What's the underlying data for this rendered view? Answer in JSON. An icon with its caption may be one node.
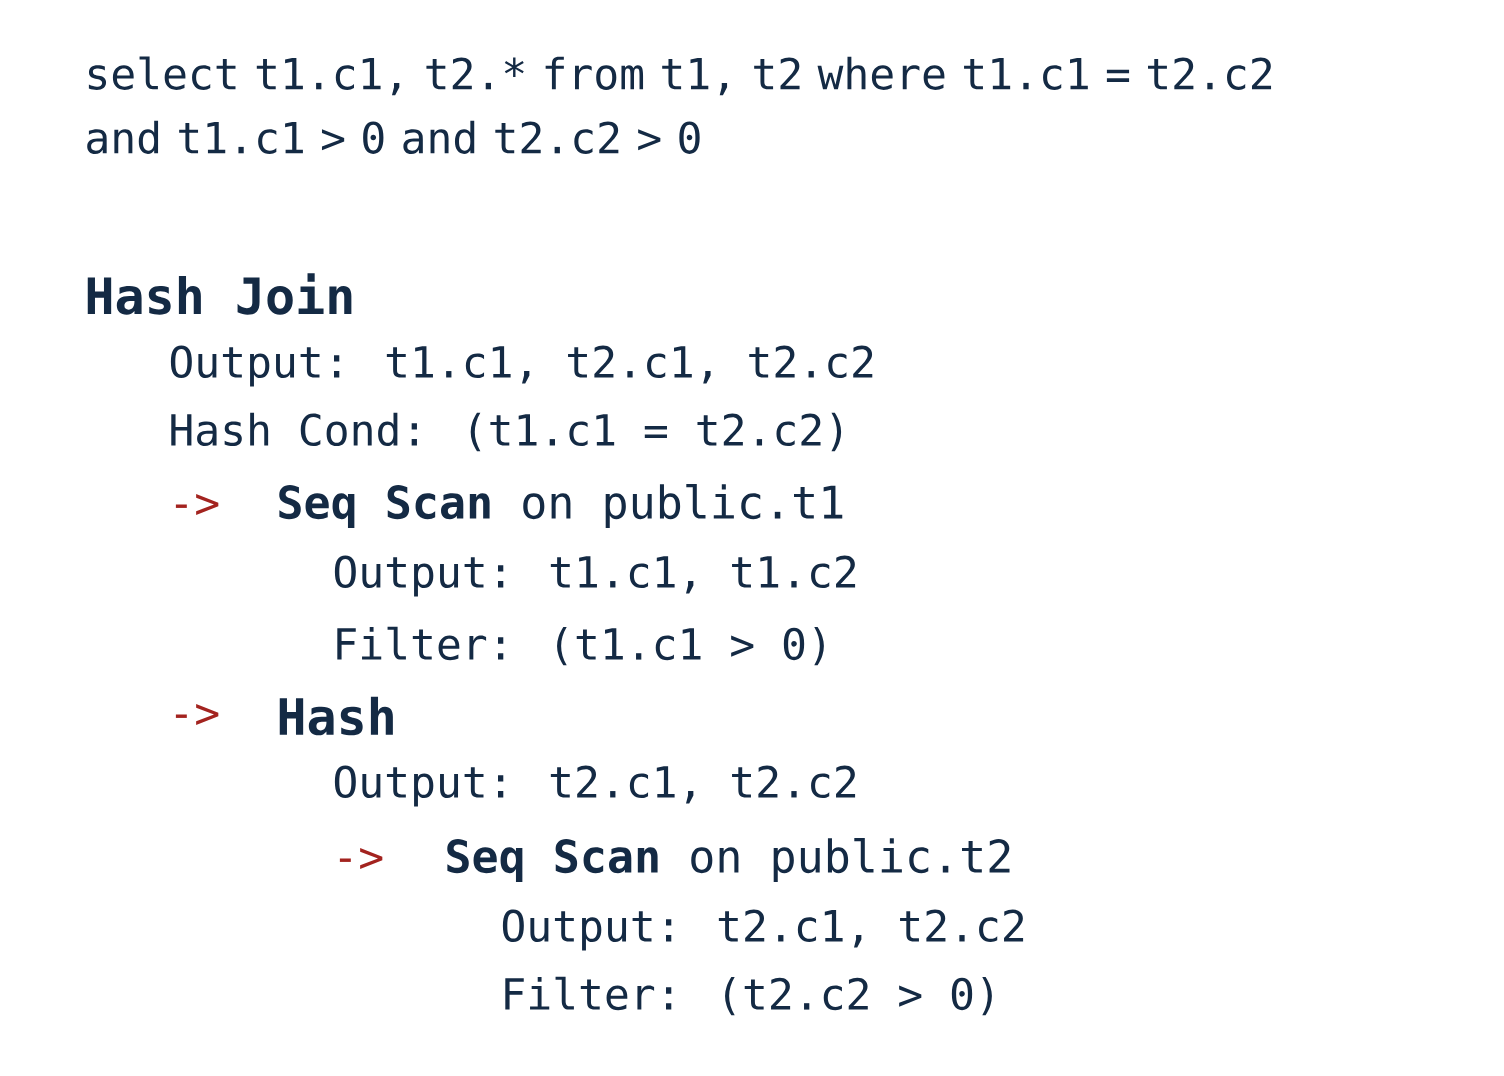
{
  "diagram": {
    "labels": [
      "select t1.c1, t2.* from t1, t2 where t1.c1 = t2.c2 and t1.c1 > 0 and t2.c2 > 0",
      "Hash Join",
      "Output: t1.c1, t2.c1, t2.c2",
      "Hash Cond: (t1.c1 = t2.c2)",
      "->",
      "**Seq Scan** on public.t1",
      "Output: t1.c1, t1.c2",
      "Filter: (t1.c1 > 0)",
      "->",
      "Hash",
      "Output: t2.c1, t2.c2",
      "->",
      "**Seq Scan** on public.t2",
      "Output: t2.c1, t2.c2",
      "Filter: (t2.c2 > 0)"
    ]
  }
}
